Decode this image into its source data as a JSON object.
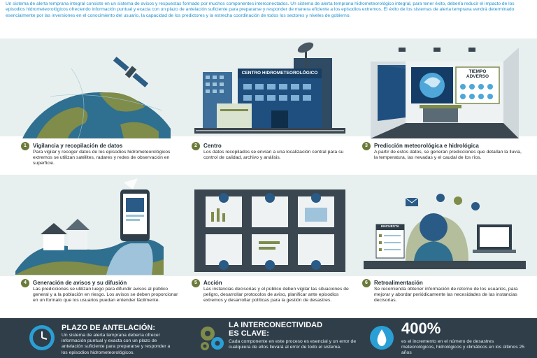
{
  "intro_text": "Un sistema de alerta temprana integral consiste en un sistema de avisos y respuestas formado por muchos componentes interconectados. Un sistema de alerta temprana hidrometeorológico integral, para tener éxito, debería reducir el impacto de los episodios hidrometeorológicos ofreciendo información puntual y exacta con un plazo de antelación suficiente para prepararse y responder de manera eficiente a los episodios extremos. El éxito de los sistemas de alerta temprana vendrá determinado esencialmente por las inversiones en el conocimiento del usuario, la capacidad de los predictores y la estrecha coordinación de todos los sectores y niveles de gobierno.",
  "steps": [
    {
      "num": "1",
      "title": "Vigilancia y recopilación de datos",
      "text": "Para vigilar y recoger datos de los episodios hidrometeorológicos extremos se utilizan satélites, radares y redes de observación en superficie."
    },
    {
      "num": "2",
      "title": "Centro",
      "text": "Los datos recopilados se envían a una localización central para su control de calidad, archivo y análisis."
    },
    {
      "num": "3",
      "title": "Predicción meteorológica e hidrológica",
      "text": "A partir de estos datos, se generan predicciones que detallan la lluvia, la temperatura, las nevadas y el caudal de los ríos."
    },
    {
      "num": "4",
      "title": "Generación de avisos y su difusión",
      "text": "Las predicciones se utilizan luego para difundir avisos al público general y a la población en riesgo. Los avisos se deben proporcionar en un formato que los usuarios puedan entender fácilmente."
    },
    {
      "num": "5",
      "title": "Acción",
      "text": "Las instancias decisorias y el público deben vigilar las situaciones de peligro, desarrollar protocolos de aviso, planificar ante episodios extremos y desarrollar políticas para la gestión de desastres."
    },
    {
      "num": "6",
      "title": "Retroalimentación",
      "text": "Se recomienda obtener información de retorno de los usuarios, para mejorar y abordar periódicamente las necesidades de las instancias decisorias."
    }
  ],
  "illustrations": {
    "center_sign": "CENTRO HIDROMETEOROLÓGICO",
    "screen_sign": "TIEMPO ADVERSO",
    "survey_sign": "ENCUESTA"
  },
  "footer": {
    "lead_time": {
      "title": "PLAZO DE ANTELACIÓN:",
      "text": "Un sistema de alerta temprana debería ofrecer información puntual y exacta con un plazo de antelación suficiente para prepararse y responder a los episodios hidrometeorológicos."
    },
    "connectivity": {
      "title_line1": "LA INTERCONECTIVIDAD",
      "title_line2": "ES CLAVE:",
      "text": "Cada componente en este proceso es esencial y un error de cualquiera de ellos llevará al error de todo el sistema."
    },
    "stat": {
      "value": "400%",
      "text": "es el incremento en el número de desastres meteorológicos, hidrológicos y climáticos en los últimos 25 años"
    }
  },
  "colors": {
    "accent_blue": "#1c8fd0",
    "olive": "#6b7a3a",
    "footer_bg": "#2f3e49",
    "band_bg": "#e8f0ef",
    "stat_blue": "#2a9fd6"
  }
}
